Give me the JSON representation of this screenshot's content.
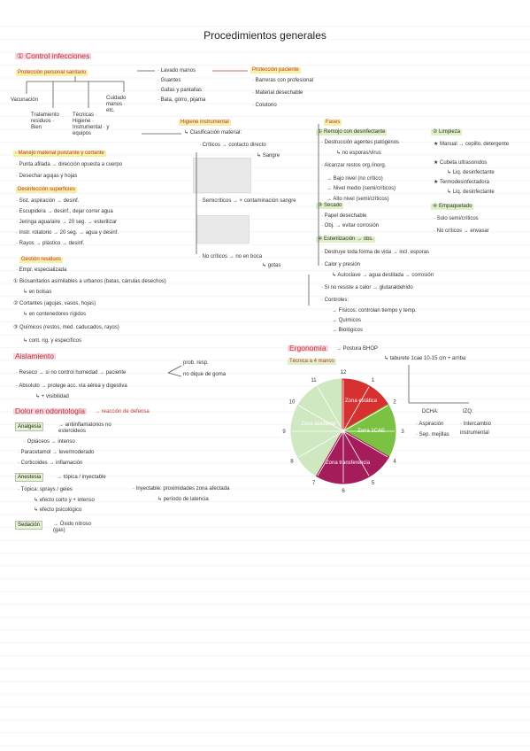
{
  "title": "Procedimientos generales",
  "s1": {
    "heading": "① Control infecciones",
    "protection": "Protección personal sanitario",
    "items": [
      "Vacunación",
      "Cuidado manos · etc.",
      "Tratamiento residuos · Bien",
      "Técnicas · Higiene · Instrumental · y equipos"
    ],
    "hands_list": [
      "· Lavado manos",
      "· Guantes",
      "· Gafas y pantallas",
      "· Bata, gorro, pijama"
    ],
    "protection_pat": "Protección paciente",
    "pat_list": [
      "· Barreras con profesional",
      "· Material desechable",
      "· Colutorio"
    ],
    "mat_heading": "· Manejo material punzante y cortante",
    "mat_list": [
      "· Punta afilada → dirección opuesta a cuerpo",
      "· Desechar agujas y hojas"
    ],
    "desinf_heading": "Desinfección superficies",
    "desinf_list": [
      "· Sist. aspiración → desinf.",
      "· Escupidera → desinf., dejar correr agua",
      "· Jeringa agua/aire → 20 seg. → esterilizar",
      "· Instr. rotatorio → 20 seg. → agua y desinf.",
      "· Rayos → plástico → desinf."
    ],
    "resid_heading": "Gestión residuos",
    "resid_list": [
      "· Empr. especializada",
      "① Biosanitarios asimilables a urbanos (batas, cánulas desechos)",
      "↳ en bolsas",
      "② Cortantes (agujas, vasos, hojas)",
      "↳ en contenedores rígidos",
      "③ Químicos (restos, med. caducados, rayos)",
      "↳ cont. rig. y específicos"
    ]
  },
  "higiene": {
    "heading": "Higiene instrumental",
    "clasif": "↳ Clasificación material:",
    "criticos": "· Críticos → contacto directo",
    "sangre": "↳ Sangre",
    "semicriticos": "· Semicríticos → × contaminación sangre",
    "nocriticos": "· No críticos → no en boca",
    "gotas": "↳ gotas",
    "fases": "Fases",
    "remojo": "① Remojo con desinfectante",
    "remojo_list": [
      "· Destrucción agentes patógenos",
      "↳ no esporas/virus",
      "· Alcanzar restos org./inorg.",
      "→ Bajo nivel (no crítico)",
      "→ Nivel medio (semi/críticos)",
      "→ Alto nivel (semi/críticos)"
    ],
    "secado": "③ Secado",
    "secado_list": [
      "· Papel desechable",
      "· Obj. → evitar corrosión"
    ],
    "esteril": "④ Esterilización → obs.",
    "esteril_list": [
      "· Destruye toda forma de vida → incl. esporas",
      "· Calor y presión",
      "↳ Autoclave → agua destilada → corrosión",
      "· Si no resiste a calor → glutaraldehído",
      "· Controles:",
      "→ Físicos: controlan tiempo y temp.",
      "→ Químicos",
      "→ Biológicos"
    ],
    "limpieza": "② Limpieza",
    "limpieza_list": [
      "★ Manual → cepillo, detergente",
      "★ Cubeta ultrasonidos",
      "↳ Liq. desinfectante",
      "★ Termodesinfectadora",
      "↳ Liq. desinfectante"
    ],
    "empaq": "④ Empaquetado",
    "empaq_list": [
      "· Solo semi/críticos",
      "· No críticos → envasar"
    ]
  },
  "aisl": {
    "heading": "Aislamiento",
    "list": [
      "· Reseco → si no control humedad → paciente",
      "· Absoluto → protege acc. vía aérea y digestiva",
      "↳ + visibilidad"
    ],
    "side": [
      "prob. resp.",
      "no dique de goma"
    ]
  },
  "dolor": {
    "heading": "Dolor en odontología",
    "sub": "→ reacción de defensa",
    "analgesia": "Analgesia",
    "analg_list": [
      "→ antiinflamatorios no esteroideos",
      "· Opiáceos → intenso",
      "· Paracetamol → leve/moderado",
      "· Corticoides → inflamación"
    ],
    "anestesia": "Anestesia",
    "anest_main": "→ tópica / inyectable",
    "topica": "· Tópica: sprays / geles",
    "topica_list": [
      "↳ efecto corto y + intenso",
      "↳ efecto psicológico"
    ],
    "inyect": "· Inyectable: proximidades zona afectada",
    "inyect_sub": "↳ período de latencia",
    "sedacion": "Sedación",
    "sed_sub": "→ Óxido nitroso (gas)"
  },
  "ergo": {
    "heading": "Ergonomía",
    "sub": "→ Postura BHOP",
    "tec": "Técnica a 4 manos",
    "taburete": "↳ taburete 1cae 10-15 cm + arriba",
    "dcha": "DCHA:",
    "dcha_list": [
      "· Aspiración",
      "· Sep. mejillas"
    ],
    "izq": "IZQ:",
    "izq_list": [
      "· Intercambio",
      "instrumental"
    ],
    "zones": [
      "Zona estática",
      "Zona 1CAE",
      "Zona transferencia",
      "Zona asistente"
    ],
    "clock": [
      "12",
      "1",
      "2",
      "3",
      "4",
      "5",
      "6",
      "7",
      "8",
      "9",
      "10",
      "11"
    ]
  },
  "colors": {
    "red": "#d63031",
    "green": "#7cc242",
    "magenta": "#a51c5b",
    "lightgreen": "#cfe8c1"
  }
}
